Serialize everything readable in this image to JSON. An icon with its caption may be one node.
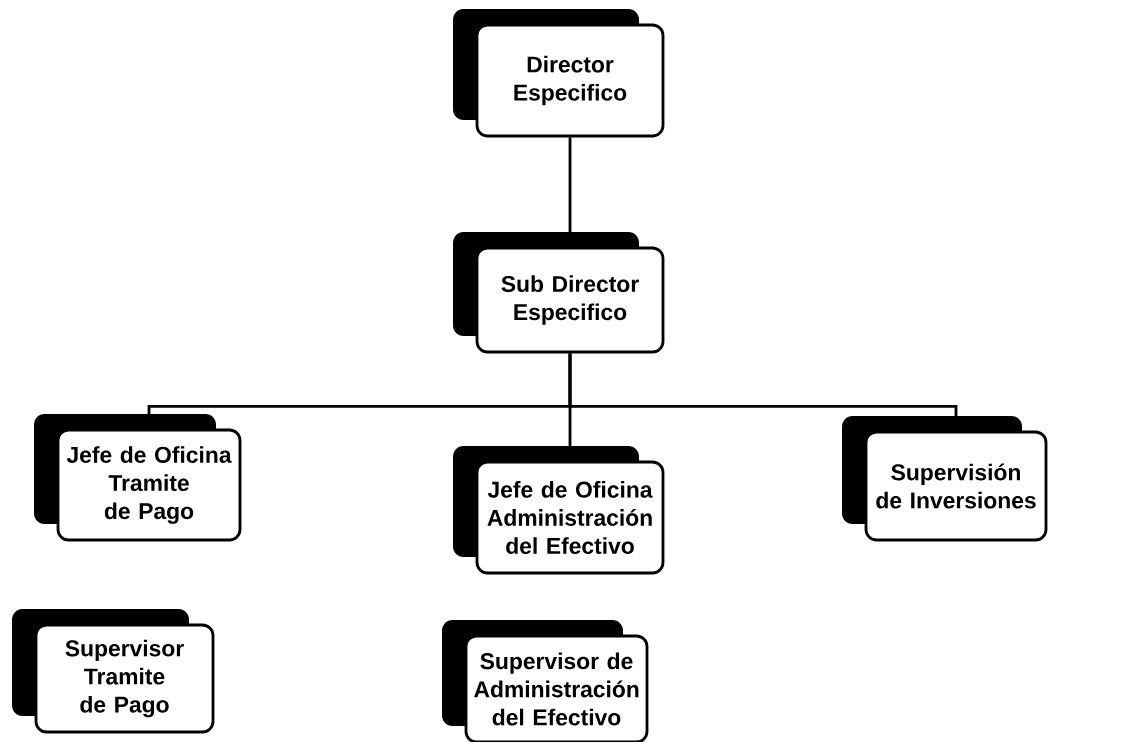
{
  "diagram": {
    "nodes": [
      {
        "text": [
          "Director Especifico"
        ]
      },
      {
        "text": [
          "Sub Director Especifico"
        ]
      },
      {
        "text": [
          "Jefe de Oficina Tramite de Pago"
        ]
      },
      {
        "text": [
          "Jefe de Oficina Administración del Efectivo"
        ]
      },
      {
        "text": [
          "Supervisión de Inversiones"
        ]
      },
      {
        "text": [
          "Supervisor Tramite de Pago"
        ]
      },
      {
        "text": [
          "Supervisor de Administración del Efectivo"
        ]
      }
    ],
    "edges": [
      {
        "from": 0,
        "to": 1,
        "arrow": "none"
      },
      {
        "from": 1,
        "to": 2,
        "arrow": "none"
      },
      {
        "from": 1,
        "to": 3,
        "arrow": "none"
      },
      {
        "from": 1,
        "to": 4,
        "arrow": "none"
      }
    ]
  }
}
